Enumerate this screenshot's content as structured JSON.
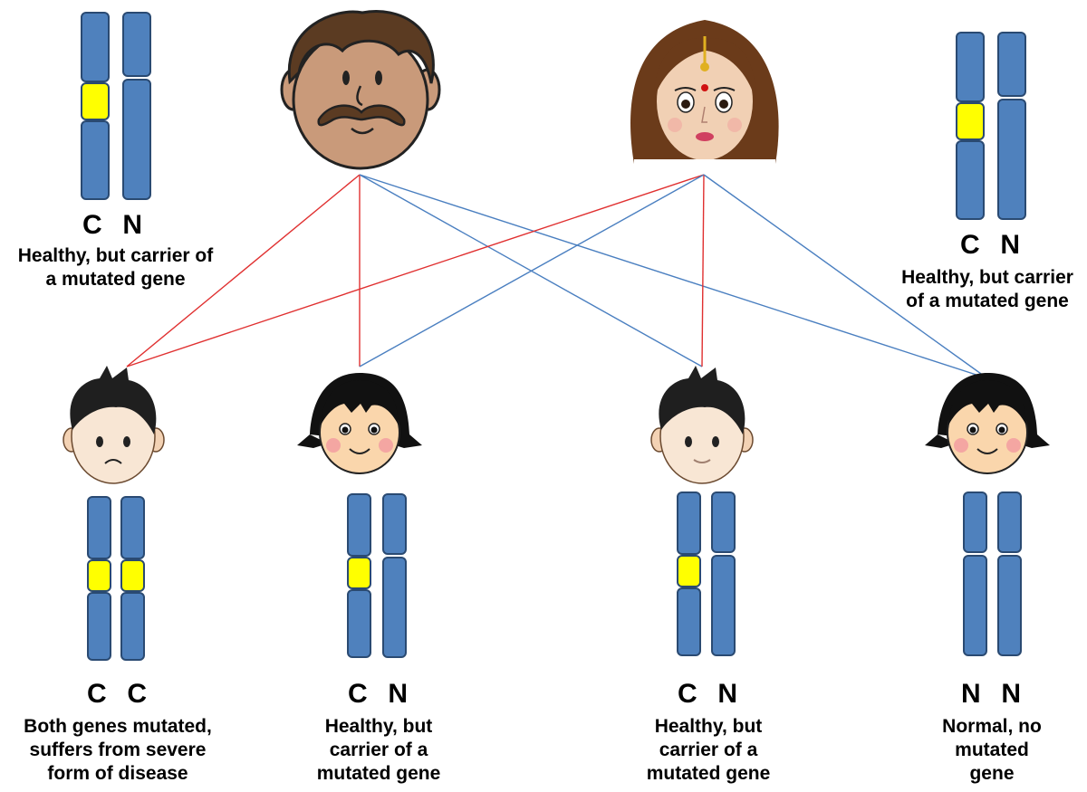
{
  "colors": {
    "chromosome_fill": "#4f81bd",
    "chromosome_stroke": "#2a4a72",
    "mutation_fill": "#ffff00",
    "line_father": "#e03030",
    "line_mother": "#4a7fc0"
  },
  "parents": {
    "father": {
      "icon": "father-face-icon",
      "alleles": "C  N",
      "label_line1": "Healthy, but carrier of",
      "label_line2": "a mutated gene"
    },
    "mother": {
      "icon": "mother-face-icon",
      "alleles": "C  N",
      "label_line1": "Healthy, but carrier",
      "label_line2": "of a mutated gene"
    }
  },
  "children": [
    {
      "icon": "boy-sad-face-icon",
      "alleles": "C  C",
      "mutated": [
        true,
        true
      ],
      "label": [
        "Both genes mutated,",
        "suffers from severe",
        "form of disease"
      ]
    },
    {
      "icon": "girl-face-icon",
      "alleles": "C  N",
      "mutated": [
        true,
        false
      ],
      "label": [
        "Healthy, but",
        "carrier of a",
        "mutated gene"
      ]
    },
    {
      "icon": "boy-face-icon",
      "alleles": "C  N",
      "mutated": [
        true,
        false
      ],
      "label": [
        "Healthy, but",
        "carrier of a",
        "mutated gene"
      ]
    },
    {
      "icon": "girl-face-icon",
      "alleles": "N  N",
      "mutated": [
        false,
        false
      ],
      "label": [
        "Normal, no",
        "mutated",
        "gene"
      ]
    }
  ]
}
